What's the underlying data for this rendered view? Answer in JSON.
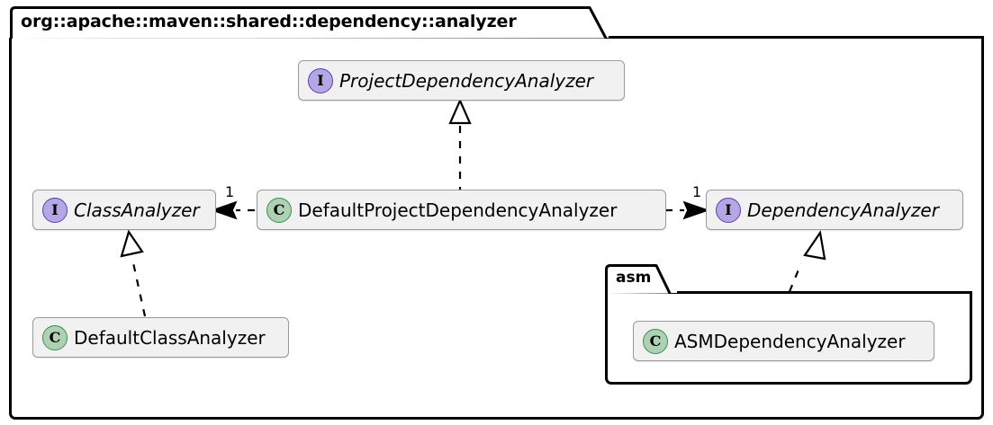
{
  "diagram": {
    "kind": "uml-class-diagram",
    "background": "#ffffff",
    "colors": {
      "interface_icon_fill": "#B4A7E5",
      "interface_icon_border": "#5B3FA8",
      "class_icon_fill": "#ADD1B2",
      "class_icon_border": "#3E8C50",
      "node_fill": "#F1F1F1",
      "node_border": "#9A9A9A",
      "package_border": "#000000",
      "edge_color": "#000000"
    }
  },
  "packages": [
    {
      "id": "outer",
      "name": "org::apache::maven::shared::dependency::analyzer"
    },
    {
      "id": "asm",
      "name": "asm"
    }
  ],
  "nodes": [
    {
      "id": "project-dependency-analyzer",
      "label": "ProjectDependencyAnalyzer",
      "stereotype": "interface",
      "icon": "interface-icon",
      "icon_letter": "I",
      "italic": true
    },
    {
      "id": "class-analyzer",
      "label": "ClassAnalyzer",
      "stereotype": "interface",
      "icon": "interface-icon",
      "icon_letter": "I",
      "italic": true
    },
    {
      "id": "default-project-dependency-analyzer",
      "label": "DefaultProjectDependencyAnalyzer",
      "stereotype": "class",
      "icon": "class-icon",
      "icon_letter": "C",
      "italic": false
    },
    {
      "id": "dependency-analyzer",
      "label": "DependencyAnalyzer",
      "stereotype": "interface",
      "icon": "interface-icon",
      "icon_letter": "I",
      "italic": true
    },
    {
      "id": "default-class-analyzer",
      "label": "DefaultClassAnalyzer",
      "stereotype": "class",
      "icon": "class-icon",
      "icon_letter": "C",
      "italic": false
    },
    {
      "id": "asm-dependency-analyzer",
      "label": "ASMDependencyAnalyzer",
      "stereotype": "class",
      "icon": "class-icon",
      "icon_letter": "C",
      "italic": false
    }
  ],
  "edges": [
    {
      "id": "realization-project-dependency-analyzer",
      "from": "default-project-dependency-analyzer",
      "to": "project-dependency-analyzer",
      "type": "realization",
      "line": "dashed",
      "arrowhead": "hollow-triangle",
      "label": ""
    },
    {
      "id": "association-class-analyzer",
      "from": "default-project-dependency-analyzer",
      "to": "class-analyzer",
      "type": "association",
      "line": "dashed",
      "arrowhead": "solid-arrow",
      "label": "1"
    },
    {
      "id": "association-dependency-analyzer",
      "from": "default-project-dependency-analyzer",
      "to": "dependency-analyzer",
      "type": "association",
      "line": "dashed",
      "arrowhead": "solid-arrow",
      "label": "1"
    },
    {
      "id": "realization-class-analyzer",
      "from": "default-class-analyzer",
      "to": "class-analyzer",
      "type": "realization",
      "line": "dashed",
      "arrowhead": "hollow-triangle",
      "label": ""
    },
    {
      "id": "realization-dependency-analyzer",
      "from": "asm-dependency-analyzer",
      "to": "dependency-analyzer",
      "type": "realization",
      "line": "dashed",
      "arrowhead": "hollow-triangle",
      "label": ""
    }
  ]
}
